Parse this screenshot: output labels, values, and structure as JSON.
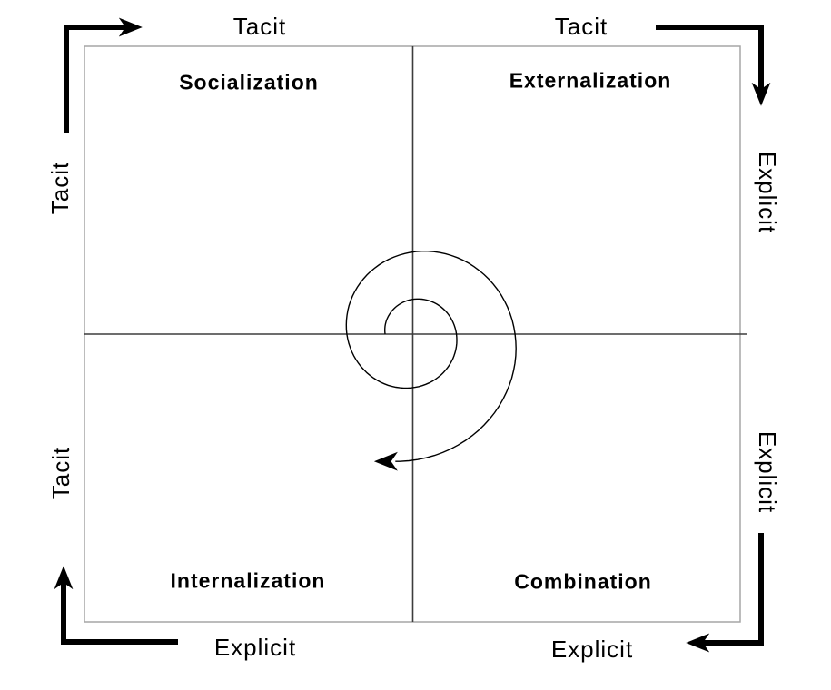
{
  "figure": {
    "quadrants": {
      "top_left": "Socialization",
      "top_right": "Externalization",
      "bottom_left": "Internalization",
      "bottom_right": "Combination"
    },
    "axis": {
      "top_left": "Tacit",
      "top_right": "Tacit",
      "left_upper": "Tacit",
      "left_lower": "Tacit",
      "right_upper": "Explicit",
      "right_lower": "Explicit",
      "bottom_left": "Explicit",
      "bottom_right": "Explicit"
    },
    "colors": {
      "ink": "#000000",
      "matrix_border": "#a6a6a6",
      "divider": "#3d3d3d",
      "background": "#ffffff"
    }
  }
}
